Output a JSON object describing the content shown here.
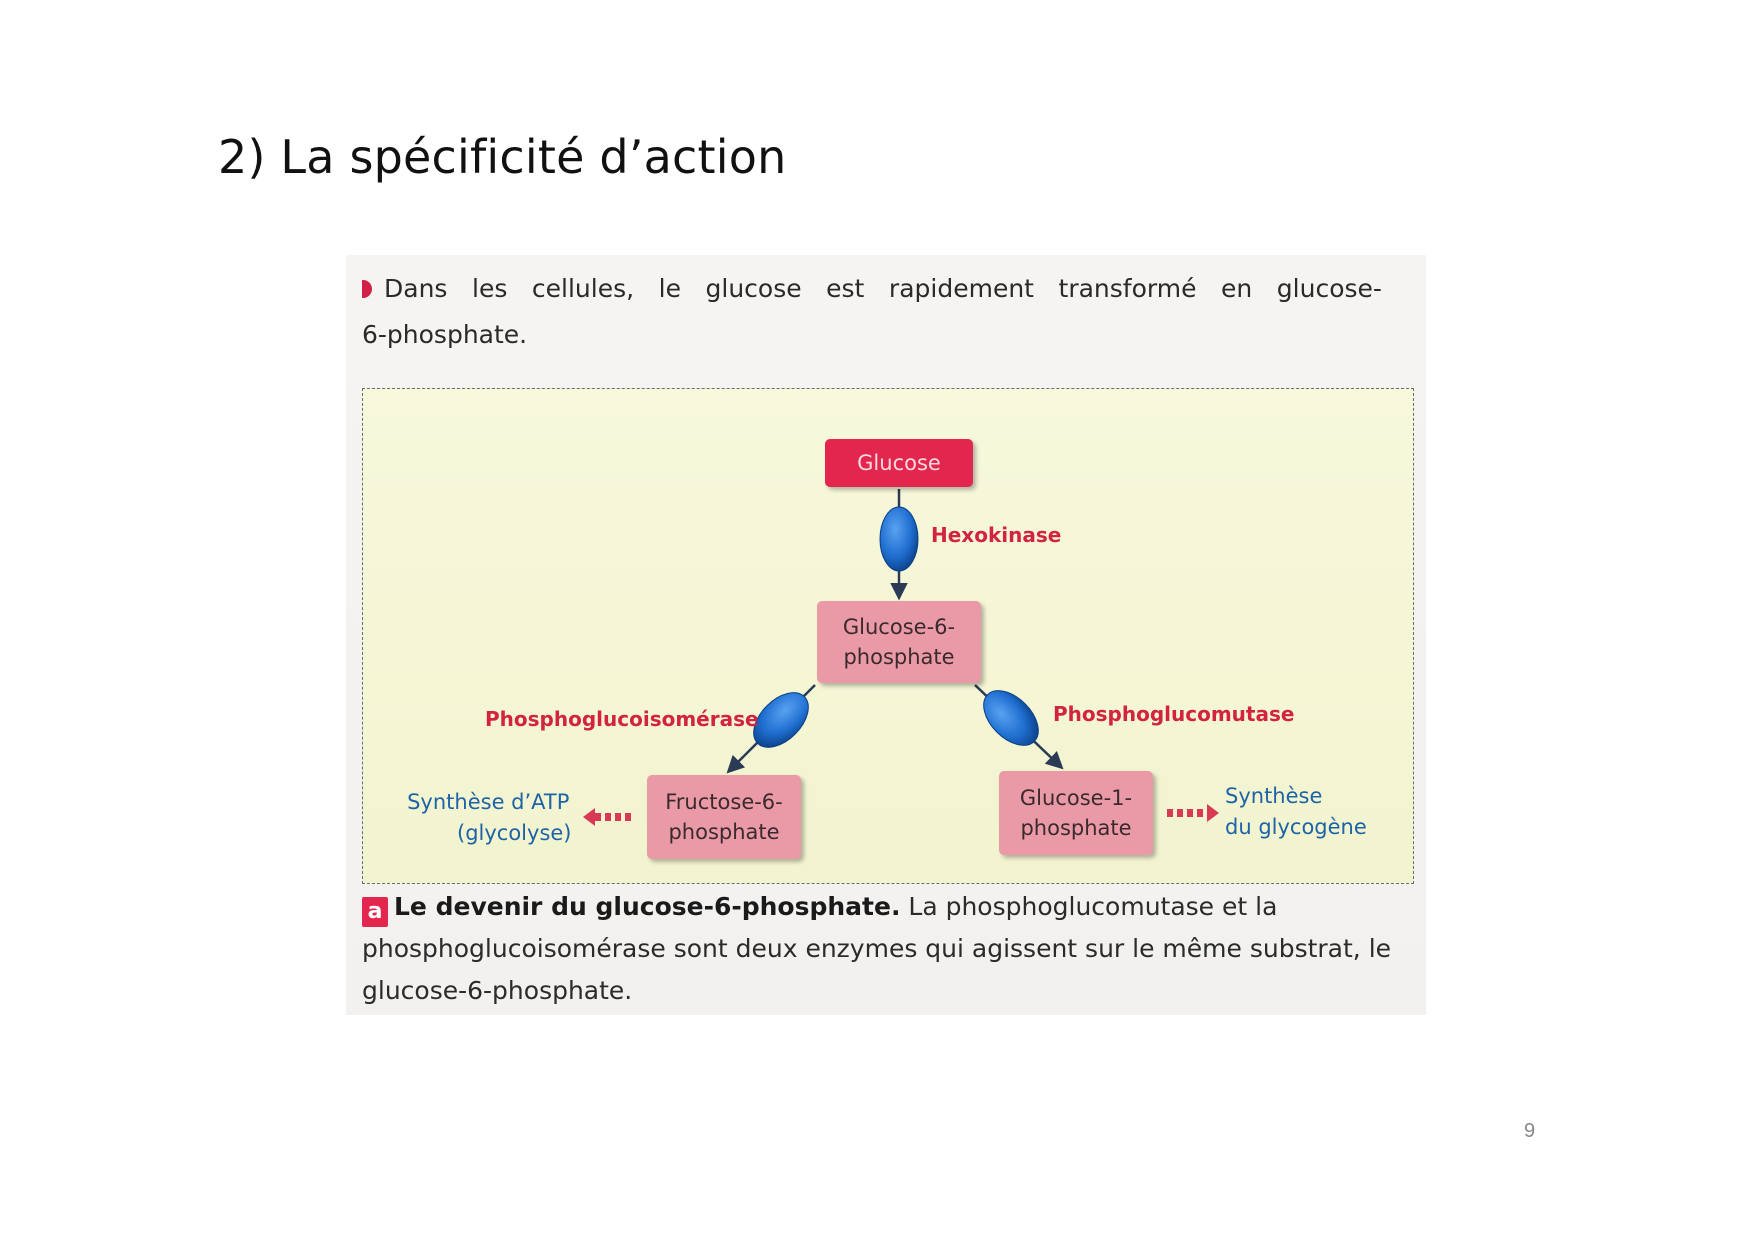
{
  "slide": {
    "title": "2) La spécificité d’action",
    "page_number": "9"
  },
  "intro": {
    "line1_words": [
      "Dans",
      "les",
      "cellules,",
      "le",
      "glucose",
      "est",
      "rapidement",
      "transformé",
      "en",
      "glucose-"
    ],
    "line2": "6-phosphate."
  },
  "diagram": {
    "nodes": {
      "glucose": "Glucose",
      "g6p_line1": "Glucose-6-",
      "g6p_line2": "phosphate",
      "f6p_line1": "Fructose-6-",
      "f6p_line2": "phosphate",
      "g1p_line1": "Glucose-1-",
      "g1p_line2": "phosphate"
    },
    "enzymes": {
      "hexokinase": "Hexokinase",
      "isomerase": "Phosphoglucoisomérase",
      "mutase": "Phosphoglucomutase"
    },
    "outcomes": {
      "atp_line1": "Synthèse d’ATP",
      "atp_line2": "(glycolyse)",
      "glycogen_line1": "Synthèse",
      "glycogen_line2": "du glycogène"
    },
    "colors": {
      "node_red": "#e2264d",
      "node_pink": "#ea9aa7",
      "enzyme_blue": "#1f6fd1",
      "enzyme_label": "#d2233f",
      "outcome_label": "#1e63a6"
    }
  },
  "caption": {
    "letter": "a",
    "bold": "Le devenir du glucose-6-phosphate.",
    "text": " La phosphoglucomutase et la phosphoglucoisomérase sont deux enzymes qui agissent sur le même substrat, le glucose-6-phosphate."
  }
}
